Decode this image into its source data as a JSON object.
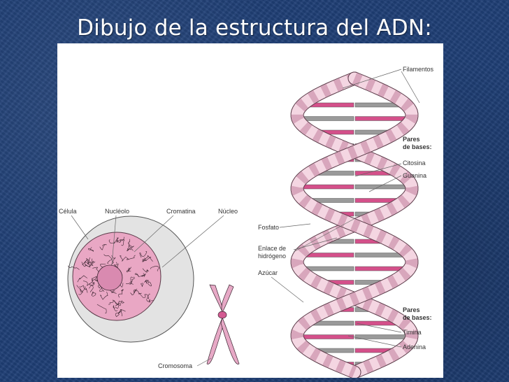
{
  "slide": {
    "title": "Dibujo de la estructura del ADN:"
  },
  "colors": {
    "background": "#1f3f76",
    "strand_light": "#f4d6e2",
    "strand_mid": "#d8a6bc",
    "base_pink": "#d4508a",
    "base_gray": "#9a9a9a",
    "cell_gray": "#e3e3e3",
    "nucleus_pink": "#e9a7c4"
  },
  "labels": {
    "celula": "Célula",
    "nucleolo": "Nucléolo",
    "cromatina": "Cromatina",
    "nucleo": "Núcleo",
    "cromosoma": "Cromosoma",
    "filamentos": "Filamentos",
    "pares_1": "Pares",
    "pares_2": "de bases:",
    "citosina": "Citosina",
    "guanina": "Guanina",
    "fosfato": "Fosfato",
    "enlace_1": "Enlace de",
    "enlace_2": "hidrógeno",
    "azucar": "Azúcar",
    "pares_b1": "Pares",
    "pares_b2": "de bases:",
    "timina": "Timina",
    "adenina": "Adenina"
  }
}
